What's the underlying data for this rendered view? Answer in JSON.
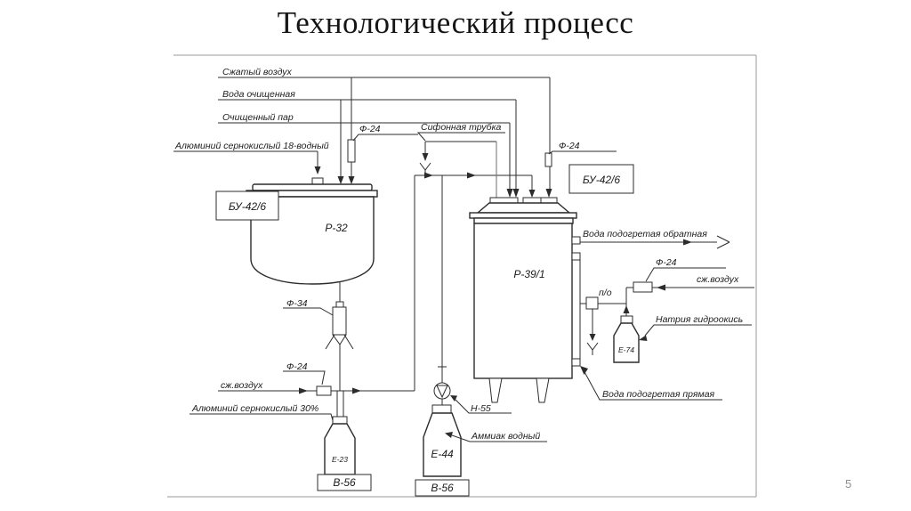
{
  "slide": {
    "title": "Технологический процесс",
    "page_number": "5"
  },
  "supply_lines": {
    "compressed_air": "Сжатый воздух",
    "purified_water": "Вода очищенная",
    "purified_steam": "Очищенный пар"
  },
  "streams": {
    "alum_sulfate_18": "Алюминий сернокислый 18-водный",
    "alum_sulfate_30": "Алюминий сернокислый 30%",
    "ammonia_water": "Аммиак водный",
    "sodium_hydroxide": "Натрия гидроокись",
    "comp_air_short_left": "сж.воздух",
    "comp_air_short_right": "сж.воздух",
    "hot_water_return": "Вода подогретая обратная",
    "hot_water_direct": "Вода подогретая прямая",
    "siphon_tube": "Сифонная трубка",
    "po": "п/о"
  },
  "equipment": {
    "bu_unit_left": "БУ-42/6",
    "bu_unit_right": "БУ-42/6",
    "reactor_r32": "Р-32",
    "reactor_r39": "Р-39/1",
    "filter_f24_r32": "Ф-24",
    "filter_f24_r39": "Ф-24",
    "filter_f24_left_air": "Ф-24",
    "filter_f24_right_air": "Ф-24",
    "filter_f34": "Ф-34",
    "pump_h55": "Н-55",
    "vessel_e23": "Е-23",
    "vessel_e44": "Е-44",
    "vessel_e74": "Е-74",
    "stand_v56_left": "В-56",
    "stand_v56_right": "В-56"
  }
}
